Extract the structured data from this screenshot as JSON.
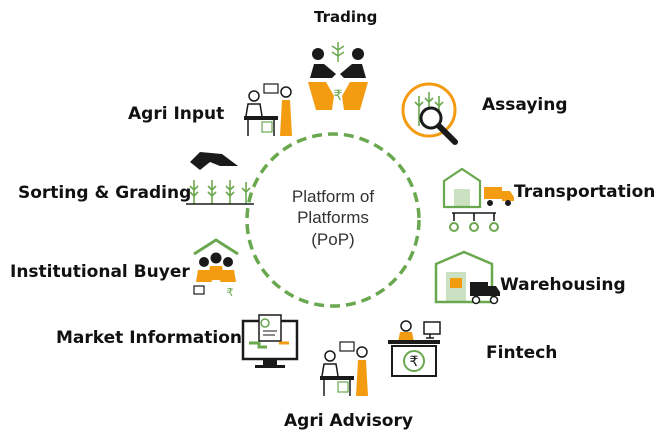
{
  "center": {
    "line1": "Platform of",
    "line2": "Platforms",
    "line3": "(PoP)"
  },
  "nodes": {
    "trading": "Trading",
    "assaying": "Assaying",
    "agri_input": "Agri Input",
    "sorting_grading": "Sorting & Grading",
    "transportation": "Transportation",
    "institutional_buyer": "Institutional Buyer",
    "warehousing": "Warehousing",
    "market_information": "Market Information",
    "fintech": "Fintech",
    "agri_advisory": "Agri Advisory"
  },
  "icon_glyphs": {
    "rupee": "₹"
  },
  "colors": {
    "ring": "#6aa84f",
    "orange": "#f39c12",
    "green": "#6aa84f",
    "dark": "#1a1a1a"
  },
  "icons": [
    "handshake-icon",
    "assaying-icon",
    "agri-input-icon",
    "sorting-hand-icon",
    "transport-icon",
    "institutional-buyer-icon",
    "warehouse-icon",
    "market-info-icon",
    "fintech-icon",
    "agri-advisory-icon"
  ]
}
